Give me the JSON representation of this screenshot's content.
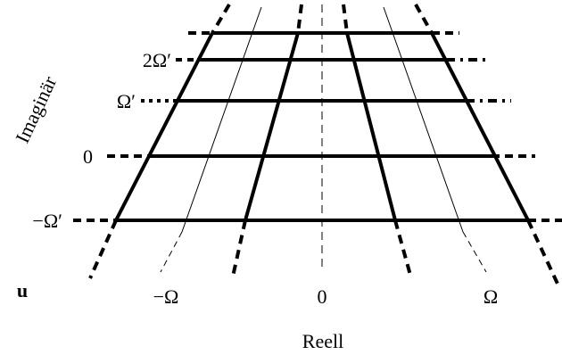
{
  "diagram": {
    "y_axis_label": "Imaginär",
    "x_axis_label": "Reell",
    "corner_label": "u",
    "imag_ticks": [
      "2Ω′",
      "Ω′",
      "0",
      "−Ω′"
    ],
    "real_ticks": [
      "−Ω",
      "0",
      "Ω"
    ],
    "line_color": "#000000",
    "background": "#ffffff"
  }
}
